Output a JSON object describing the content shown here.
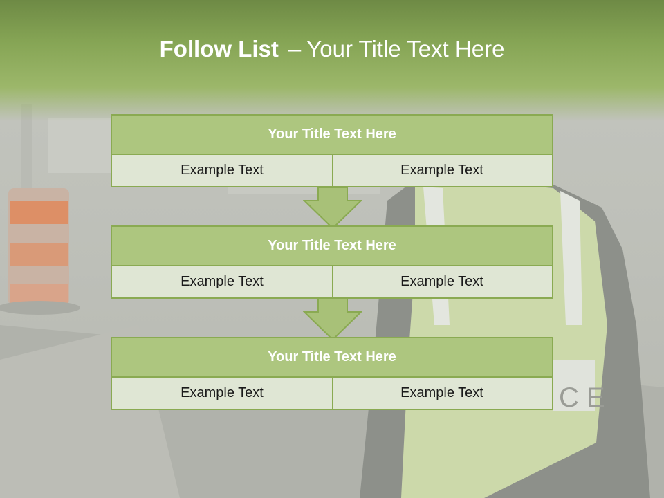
{
  "title": {
    "bold": "Follow List",
    "separator": "–",
    "rest": "Your Title Text Here"
  },
  "steps": [
    {
      "title": "Your Title Text Here",
      "left": "Example Text",
      "right": "Example Text"
    },
    {
      "title": "Your Title Text Here",
      "left": "Example Text",
      "right": "Example Text"
    },
    {
      "title": "Your Title Text Here",
      "left": "Example Text",
      "right": "Example Text"
    }
  ],
  "colors": {
    "header_fill": "#adc67f",
    "border": "#8aaa52",
    "cell_fill": "#dfe6d4",
    "top_band": "#86a555",
    "arrow_fill": "#a8c178"
  }
}
